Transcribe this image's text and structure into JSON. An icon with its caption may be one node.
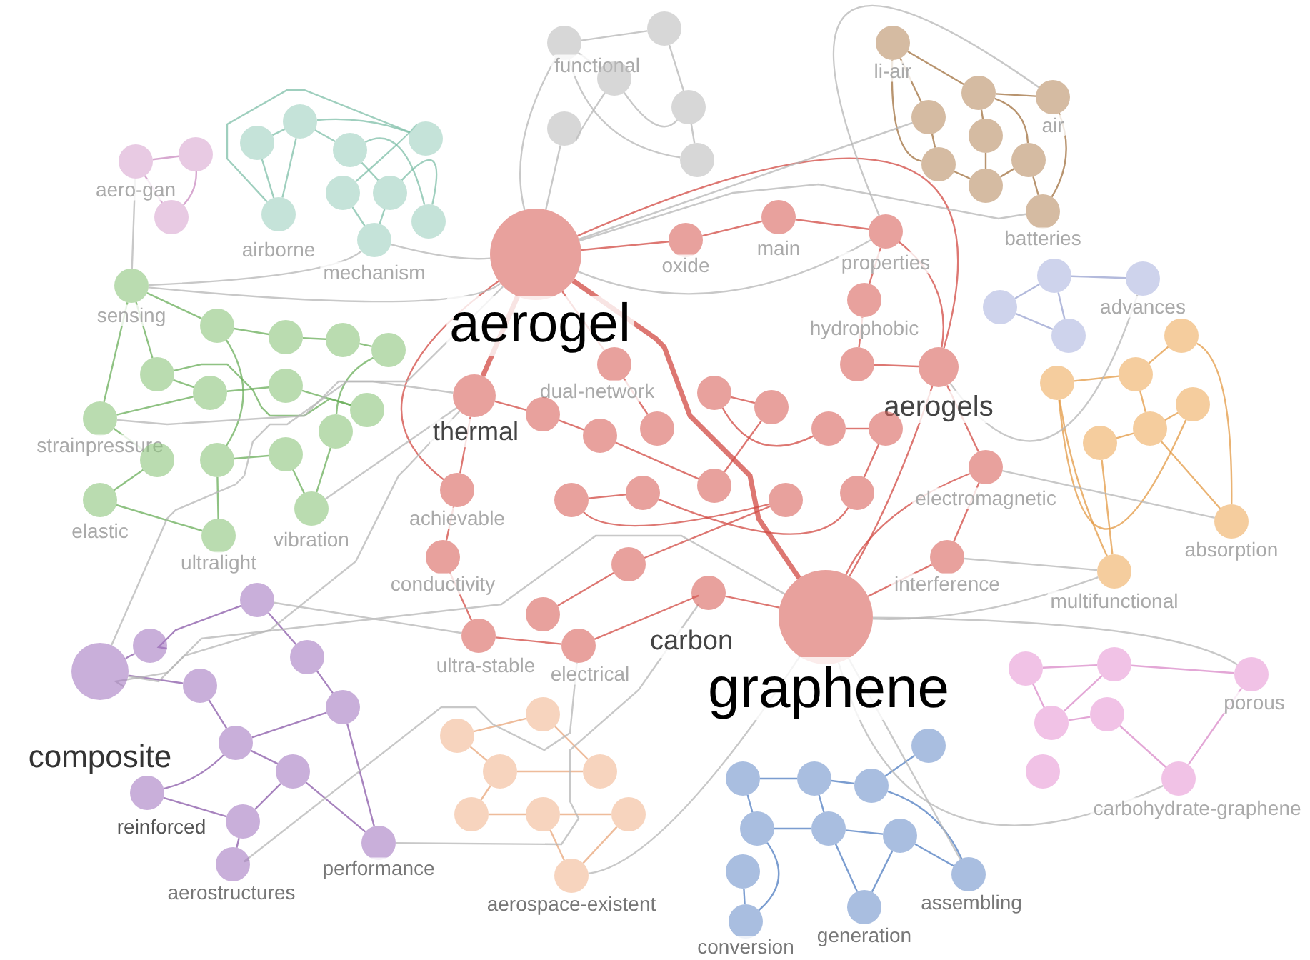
{
  "diagram": {
    "nodes": [
      {
        "text": [
          "aero-gan"
        ]
      },
      {
        "text": [
          "airborne"
        ]
      },
      {
        "text": [
          "mechanism"
        ]
      },
      {
        "text": [
          "functional"
        ]
      },
      {
        "text": [
          "li-air"
        ]
      },
      {
        "text": [
          "air"
        ]
      },
      {
        "text": [
          "batteries"
        ]
      },
      {
        "text": [
          "aerogel"
        ]
      },
      {
        "text": [
          "oxide"
        ]
      },
      {
        "text": [
          "main"
        ]
      },
      {
        "text": [
          "properties"
        ]
      },
      {
        "text": [
          "hydrophobic"
        ]
      },
      {
        "text": [
          "advances"
        ]
      },
      {
        "text": [
          "sensing"
        ]
      },
      {
        "text": [
          "aerogels"
        ]
      },
      {
        "text": [
          "dual-network"
        ]
      },
      {
        "text": [
          "thermal"
        ]
      },
      {
        "text": [
          "strainpressure"
        ]
      },
      {
        "text": [
          "electromagnetic"
        ]
      },
      {
        "text": [
          "elastic"
        ]
      },
      {
        "text": [
          "ultralight"
        ]
      },
      {
        "text": [
          "vibration"
        ]
      },
      {
        "text": [
          "achievable"
        ]
      },
      {
        "text": [
          "conductivity"
        ]
      },
      {
        "text": [
          "absorption"
        ]
      },
      {
        "text": [
          "interference"
        ]
      },
      {
        "text": [
          "multifunctional"
        ]
      },
      {
        "text": [
          "carbon"
        ]
      },
      {
        "text": [
          "ultra-stable"
        ]
      },
      {
        "text": [
          "electrical"
        ]
      },
      {
        "text": [
          "graphene"
        ]
      },
      {
        "text": [
          "porous"
        ]
      },
      {
        "text": [
          "composite"
        ]
      },
      {
        "text": [
          "reinforced"
        ]
      },
      {
        "text": [
          "carbohydrate-graphene"
        ]
      },
      {
        "text": [
          "performance"
        ]
      },
      {
        "text": [
          "aerostructures"
        ]
      },
      {
        "text": [
          "aerospace-existent"
        ]
      },
      {
        "text": [
          "assembling"
        ]
      },
      {
        "text": [
          "generation"
        ]
      },
      {
        "text": [
          "conversion"
        ]
      },
      {
        "text": [],
        "shape": "circle"
      },
      {
        "text": [],
        "shape": "circle"
      },
      {
        "text": [],
        "shape": "circle"
      },
      {
        "text": [],
        "shape": "circle"
      },
      {
        "text": [],
        "shape": "circle"
      },
      {
        "text": [],
        "shape": "circle"
      },
      {
        "text": [],
        "shape": "circle"
      },
      {
        "text": [],
        "shape": "circle"
      },
      {
        "text": [],
        "shape": "circle"
      },
      {
        "text": [],
        "shape": "circle"
      },
      {
        "text": [],
        "shape": "circle"
      },
      {
        "text": [],
        "shape": "circle"
      },
      {
        "text": [],
        "shape": "circle"
      },
      {
        "text": [],
        "shape": "circle"
      },
      {
        "text": [],
        "shape": "circle"
      },
      {
        "text": [],
        "shape": "circle"
      },
      {
        "text": [],
        "shape": "circle"
      },
      {
        "text": [],
        "shape": "circle"
      },
      {
        "text": [],
        "shape": "circle"
      },
      {
        "text": [],
        "shape": "circle"
      },
      {
        "text": [],
        "shape": "circle"
      },
      {
        "text": [],
        "shape": "circle"
      },
      {
        "text": [],
        "shape": "circle"
      },
      {
        "text": [],
        "shape": "circle"
      },
      {
        "text": [],
        "shape": "circle"
      },
      {
        "text": [],
        "shape": "circle"
      },
      {
        "text": [],
        "shape": "circle"
      },
      {
        "text": [],
        "shape": "circle"
      },
      {
        "text": [],
        "shape": "circle"
      },
      {
        "text": [],
        "shape": "circle"
      },
      {
        "text": [],
        "shape": "circle"
      },
      {
        "text": [],
        "shape": "circle"
      },
      {
        "text": [],
        "shape": "circle"
      },
      {
        "text": [],
        "shape": "circle"
      },
      {
        "text": [],
        "shape": "circle"
      },
      {
        "text": [],
        "shape": "circle"
      },
      {
        "text": [],
        "shape": "circle"
      },
      {
        "text": [],
        "shape": "circle"
      },
      {
        "text": [],
        "shape": "circle"
      },
      {
        "text": [],
        "shape": "circle"
      },
      {
        "text": [],
        "shape": "circle"
      },
      {
        "text": [],
        "shape": "circle"
      },
      {
        "text": [],
        "shape": "circle"
      },
      {
        "text": [],
        "shape": "circle"
      },
      {
        "text": [],
        "shape": "circle"
      },
      {
        "text": [],
        "shape": "circle"
      },
      {
        "text": [],
        "shape": "circle"
      },
      {
        "text": [],
        "shape": "circle"
      },
      {
        "text": [],
        "shape": "circle"
      },
      {
        "text": [],
        "shape": "circle"
      },
      {
        "text": [],
        "shape": "circle"
      },
      {
        "text": [],
        "shape": "circle"
      },
      {
        "text": [],
        "shape": "circle"
      },
      {
        "text": [],
        "shape": "circle"
      },
      {
        "text": [],
        "shape": "circle"
      },
      {
        "text": [],
        "shape": "circle"
      },
      {
        "text": [],
        "shape": "circle"
      },
      {
        "text": [],
        "shape": "circle"
      },
      {
        "text": [],
        "shape": "circle"
      },
      {
        "text": [],
        "shape": "circle"
      },
      {
        "text": [],
        "shape": "circle"
      },
      {
        "text": [],
        "shape": "circle"
      },
      {
        "text": [],
        "shape": "circle"
      },
      {
        "text": [],
        "shape": "circle"
      },
      {
        "text": [],
        "shape": "circle"
      },
      {
        "text": [],
        "shape": "circle"
      },
      {
        "text": [],
        "shape": "circle"
      },
      {
        "text": [],
        "shape": "circle"
      },
      {
        "text": [],
        "shape": "circle"
      },
      {
        "text": [],
        "shape": "circle"
      },
      {
        "text": [],
        "shape": "circle"
      },
      {
        "text": [],
        "shape": "circle"
      },
      {
        "text": [],
        "shape": "circle"
      },
      {
        "text": [],
        "shape": "circle"
      },
      {
        "text": [],
        "shape": "circle"
      },
      {
        "text": [],
        "shape": "circle"
      },
      {
        "text": [],
        "shape": "circle"
      },
      {
        "text": [],
        "shape": "circle"
      },
      {
        "text": [],
        "shape": "circle"
      },
      {
        "text": [],
        "shape": "circle"
      },
      {
        "text": [],
        "shape": "circle"
      },
      {
        "text": [],
        "shape": "circle"
      },
      {
        "text": [],
        "shape": "circle"
      },
      {
        "text": [],
        "shape": "circle"
      }
    ],
    "edges": [
      {
        "from": 1,
        "to": 41,
        "arrow": "none",
        "color": "#7fbfa8"
      },
      {
        "from": 1,
        "to": 42,
        "arrow": "none",
        "color": "#7fbfa8"
      },
      {
        "from": 41,
        "to": 42,
        "arrow": "none",
        "color": "#7fbfa8"
      },
      {
        "from": 42,
        "to": 44,
        "arrow": "none",
        "color": "#7fbfa8"
      },
      {
        "from": 42,
        "to": 43,
        "arrow": "none",
        "color": "#7fbfa8"
      },
      {
        "from": 43,
        "to": 46,
        "arrow": "none",
        "color": "#7fbfa8"
      },
      {
        "from": 44,
        "to": 45,
        "arrow": "none",
        "color": "#7fbfa8"
      },
      {
        "from": 45,
        "to": 2,
        "arrow": "none",
        "color": "#7fbfa8"
      },
      {
        "from": 2,
        "to": 46,
        "arrow": "none",
        "color": "#7fbfa8"
      },
      {
        "from": 44,
        "to": 1,
        "arrow": "none",
        "color": "#7fbfa8"
      },
      {
        "from": 43,
        "to": 47,
        "arrow": "none",
        "color": "#7fbfa8"
      },
      {
        "from": 46,
        "to": 47,
        "arrow": "none",
        "color": "#7fbfa8"
      },
      {
        "from": 3,
        "to": 48,
        "arrow": "none",
        "color": "#b5b5b5"
      },
      {
        "from": 3,
        "to": 50,
        "arrow": "none",
        "color": "#b5b5b5"
      },
      {
        "from": 50,
        "to": 51,
        "arrow": "none",
        "color": "#b5b5b5"
      },
      {
        "from": 51,
        "to": 52,
        "arrow": "none",
        "color": "#b5b5b5"
      },
      {
        "from": 49,
        "to": 50,
        "arrow": "none",
        "color": "#b5b5b5"
      },
      {
        "from": 48,
        "to": 51,
        "arrow": "none",
        "color": "#b5b5b5"
      },
      {
        "from": 52,
        "to": 3,
        "arrow": "none",
        "color": "#b5b5b5"
      },
      {
        "from": 4,
        "to": 53,
        "arrow": "none",
        "color": "#a0703f"
      },
      {
        "from": 4,
        "to": 54,
        "arrow": "none",
        "color": "#a0703f"
      },
      {
        "from": 53,
        "to": 56,
        "arrow": "none",
        "color": "#a0703f"
      },
      {
        "from": 54,
        "to": 55,
        "arrow": "none",
        "color": "#a0703f"
      },
      {
        "from": 55,
        "to": 58,
        "arrow": "none",
        "color": "#a0703f"
      },
      {
        "from": 56,
        "to": 58,
        "arrow": "none",
        "color": "#a0703f"
      },
      {
        "from": 5,
        "to": 54,
        "arrow": "none",
        "color": "#a0703f"
      },
      {
        "from": 5,
        "to": 6,
        "arrow": "none",
        "color": "#a0703f"
      },
      {
        "from": 6,
        "to": 57,
        "arrow": "none",
        "color": "#a0703f"
      },
      {
        "from": 57,
        "to": 58,
        "arrow": "none",
        "color": "#a0703f"
      },
      {
        "from": 4,
        "to": 56,
        "arrow": "none",
        "color": "#a0703f"
      },
      {
        "from": 54,
        "to": 57,
        "arrow": "none",
        "color": "#a0703f"
      },
      {
        "from": 12,
        "to": 60,
        "arrow": "none",
        "color": "#9aa3d0"
      },
      {
        "from": 60,
        "to": 59,
        "arrow": "none",
        "color": "#9aa3d0"
      },
      {
        "from": 60,
        "to": 61,
        "arrow": "none",
        "color": "#9aa3d0"
      },
      {
        "from": 59,
        "to": 61,
        "arrow": "none",
        "color": "#9aa3d0"
      },
      {
        "from": 13,
        "to": 62,
        "arrow": "none",
        "color": "#6aad5a"
      },
      {
        "from": 13,
        "to": 66,
        "arrow": "none",
        "color": "#6aad5a"
      },
      {
        "from": 13,
        "to": 17,
        "arrow": "none",
        "color": "#6aad5a"
      },
      {
        "from": 62,
        "to": 63,
        "arrow": "none",
        "color": "#6aad5a"
      },
      {
        "from": 63,
        "to": 64,
        "arrow": "none",
        "color": "#6aad5a"
      },
      {
        "from": 64,
        "to": 65,
        "arrow": "none",
        "color": "#6aad5a"
      },
      {
        "from": 66,
        "to": 67,
        "arrow": "none",
        "color": "#6aad5a"
      },
      {
        "from": 67,
        "to": 68,
        "arrow": "none",
        "color": "#6aad5a"
      },
      {
        "from": 68,
        "to": 69,
        "arrow": "none",
        "color": "#6aad5a"
      },
      {
        "from": 17,
        "to": 70,
        "arrow": "none",
        "color": "#6aad5a"
      },
      {
        "from": 17,
        "to": 67,
        "arrow": "none",
        "color": "#6aad5a"
      },
      {
        "from": 19,
        "to": 70,
        "arrow": "none",
        "color": "#6aad5a"
      },
      {
        "from": 19,
        "to": 20,
        "arrow": "none",
        "color": "#6aad5a"
      },
      {
        "from": 20,
        "to": 71,
        "arrow": "none",
        "color": "#6aad5a"
      },
      {
        "from": 71,
        "to": 72,
        "arrow": "none",
        "color": "#6aad5a"
      },
      {
        "from": 72,
        "to": 21,
        "arrow": "none",
        "color": "#6aad5a"
      },
      {
        "from": 21,
        "to": 73,
        "arrow": "none",
        "color": "#6aad5a"
      },
      {
        "from": 73,
        "to": 65,
        "arrow": "none",
        "color": "#6aad5a"
      },
      {
        "from": 62,
        "to": 71,
        "arrow": "none",
        "color": "#6aad5a"
      },
      {
        "from": 66,
        "to": 69,
        "arrow": "none",
        "color": "#6aad5a"
      },
      {
        "from": 7,
        "to": 16,
        "arrow": "none",
        "color": "#d24a43",
        "style": "thick"
      },
      {
        "from": 7,
        "to": 8,
        "arrow": "none",
        "color": "#d24a43"
      },
      {
        "from": 7,
        "to": 15,
        "arrow": "none",
        "color": "#d24a43"
      },
      {
        "from": 7,
        "to": 30,
        "arrow": "none",
        "color": "#d24a43",
        "style": "thick"
      },
      {
        "from": 8,
        "to": 9,
        "arrow": "none",
        "color": "#d24a43"
      },
      {
        "from": 9,
        "to": 10,
        "arrow": "none",
        "color": "#d24a43"
      },
      {
        "from": 10,
        "to": 11,
        "arrow": "none",
        "color": "#d24a43"
      },
      {
        "from": 11,
        "to": 74,
        "arrow": "none",
        "color": "#d24a43"
      },
      {
        "from": 74,
        "to": 14,
        "arrow": "none",
        "color": "#d24a43"
      },
      {
        "from": 14,
        "to": 18,
        "arrow": "none",
        "color": "#d24a43"
      },
      {
        "from": 18,
        "to": 25,
        "arrow": "none",
        "color": "#d24a43"
      },
      {
        "from": 25,
        "to": 30,
        "arrow": "none",
        "color": "#d24a43"
      },
      {
        "from": 30,
        "to": 27,
        "arrow": "none",
        "color": "#d24a43"
      },
      {
        "from": 27,
        "to": 29,
        "arrow": "none",
        "color": "#d24a43"
      },
      {
        "from": 29,
        "to": 28,
        "arrow": "none",
        "color": "#d24a43"
      },
      {
        "from": 28,
        "to": 23,
        "arrow": "none",
        "color": "#d24a43"
      },
      {
        "from": 23,
        "to": 22,
        "arrow": "none",
        "color": "#d24a43"
      },
      {
        "from": 22,
        "to": 16,
        "arrow": "none",
        "color": "#d24a43"
      },
      {
        "from": 16,
        "to": 77,
        "arrow": "none",
        "color": "#d24a43"
      },
      {
        "from": 77,
        "to": 81,
        "arrow": "none",
        "color": "#d24a43"
      },
      {
        "from": 81,
        "to": 82,
        "arrow": "none",
        "color": "#d24a43"
      },
      {
        "from": 82,
        "to": 76,
        "arrow": "none",
        "color": "#d24a43"
      },
      {
        "from": 76,
        "to": 75,
        "arrow": "none",
        "color": "#d24a43"
      },
      {
        "from": 75,
        "to": 78,
        "arrow": "none",
        "color": "#d24a43"
      },
      {
        "from": 78,
        "to": 79,
        "arrow": "none",
        "color": "#d24a43"
      },
      {
        "from": 79,
        "to": 84,
        "arrow": "none",
        "color": "#d24a43"
      },
      {
        "from": 84,
        "to": 83,
        "arrow": "none",
        "color": "#d24a43"
      },
      {
        "from": 83,
        "to": 86,
        "arrow": "none",
        "color": "#d24a43"
      },
      {
        "from": 86,
        "to": 85,
        "arrow": "none",
        "color": "#d24a43"
      },
      {
        "from": 85,
        "to": 87,
        "arrow": "none",
        "color": "#d24a43"
      },
      {
        "from": 87,
        "to": 88,
        "arrow": "none",
        "color": "#d24a43"
      },
      {
        "from": 15,
        "to": 80,
        "arrow": "none",
        "color": "#d24a43"
      },
      {
        "from": 7,
        "to": 14,
        "arrow": "none",
        "color": "#d24a43"
      },
      {
        "from": 30,
        "to": 14,
        "arrow": "none",
        "color": "#d24a43"
      },
      {
        "from": 30,
        "to": 18,
        "arrow": "none",
        "color": "#d24a43"
      },
      {
        "from": 7,
        "to": 22,
        "arrow": "none",
        "color": "#d24a43"
      },
      {
        "from": 10,
        "to": 14,
        "arrow": "none",
        "color": "#d24a43"
      },
      {
        "from": 89,
        "to": 90,
        "arrow": "none",
        "color": "#e39a44"
      },
      {
        "from": 90,
        "to": 91,
        "arrow": "none",
        "color": "#e39a44"
      },
      {
        "from": 91,
        "to": 92,
        "arrow": "none",
        "color": "#e39a44"
      },
      {
        "from": 92,
        "to": 93,
        "arrow": "none",
        "color": "#e39a44"
      },
      {
        "from": 93,
        "to": 94,
        "arrow": "none",
        "color": "#e39a44"
      },
      {
        "from": 89,
        "to": 24,
        "arrow": "none",
        "color": "#e39a44"
      },
      {
        "from": 24,
        "to": 93,
        "arrow": "none",
        "color": "#e39a44"
      },
      {
        "from": 26,
        "to": 94,
        "arrow": "none",
        "color": "#e39a44"
      },
      {
        "from": 26,
        "to": 91,
        "arrow": "none",
        "color": "#e39a44"
      },
      {
        "from": 90,
        "to": 93,
        "arrow": "none",
        "color": "#e39a44"
      },
      {
        "from": 31,
        "to": 95,
        "arrow": "none",
        "color": "#d98ac8"
      },
      {
        "from": 95,
        "to": 96,
        "arrow": "none",
        "color": "#d98ac8"
      },
      {
        "from": 96,
        "to": 97,
        "arrow": "none",
        "color": "#d98ac8"
      },
      {
        "from": 97,
        "to": 98,
        "arrow": "none",
        "color": "#d98ac8"
      },
      {
        "from": 98,
        "to": 34,
        "arrow": "none",
        "color": "#d98ac8"
      },
      {
        "from": 31,
        "to": 34,
        "arrow": "none",
        "color": "#d98ac8"
      },
      {
        "from": 95,
        "to": 97,
        "arrow": "none",
        "color": "#d98ac8"
      },
      {
        "from": 32,
        "to": 101,
        "arrow": "none",
        "color": "#8a5aa8"
      },
      {
        "from": 32,
        "to": 103,
        "arrow": "none",
        "color": "#8a5aa8"
      },
      {
        "from": 101,
        "to": 100,
        "arrow": "none",
        "color": "#8a5aa8"
      },
      {
        "from": 100,
        "to": 102,
        "arrow": "none",
        "color": "#8a5aa8"
      },
      {
        "from": 102,
        "to": 104,
        "arrow": "none",
        "color": "#8a5aa8"
      },
      {
        "from": 104,
        "to": 105,
        "arrow": "none",
        "color": "#8a5aa8"
      },
      {
        "from": 105,
        "to": 106,
        "arrow": "none",
        "color": "#8a5aa8"
      },
      {
        "from": 106,
        "to": 107,
        "arrow": "none",
        "color": "#8a5aa8"
      },
      {
        "from": 103,
        "to": 105,
        "arrow": "none",
        "color": "#8a5aa8"
      },
      {
        "from": 33,
        "to": 105,
        "arrow": "none",
        "color": "#8a5aa8"
      },
      {
        "from": 33,
        "to": 107,
        "arrow": "none",
        "color": "#8a5aa8"
      },
      {
        "from": 35,
        "to": 106,
        "arrow": "none",
        "color": "#8a5aa8"
      },
      {
        "from": 36,
        "to": 107,
        "arrow": "none",
        "color": "#8a5aa8"
      },
      {
        "from": 35,
        "to": 104,
        "arrow": "none",
        "color": "#8a5aa8"
      },
      {
        "from": 108,
        "to": 109,
        "arrow": "none",
        "color": "#e8a57a"
      },
      {
        "from": 109,
        "to": 110,
        "arrow": "none",
        "color": "#e8a57a"
      },
      {
        "from": 110,
        "to": 111,
        "arrow": "none",
        "color": "#e8a57a"
      },
      {
        "from": 111,
        "to": 108,
        "arrow": "none",
        "color": "#e8a57a"
      },
      {
        "from": 110,
        "to": 112,
        "arrow": "none",
        "color": "#e8a57a"
      },
      {
        "from": 112,
        "to": 113,
        "arrow": "none",
        "color": "#e8a57a"
      },
      {
        "from": 113,
        "to": 114,
        "arrow": "none",
        "color": "#e8a57a"
      },
      {
        "from": 37,
        "to": 113,
        "arrow": "none",
        "color": "#e8a57a"
      },
      {
        "from": 37,
        "to": 114,
        "arrow": "none",
        "color": "#e8a57a"
      },
      {
        "from": 115,
        "to": 118,
        "arrow": "none",
        "color": "#4f7cc0"
      },
      {
        "from": 116,
        "to": 117,
        "arrow": "none",
        "color": "#4f7cc0"
      },
      {
        "from": 117,
        "to": 118,
        "arrow": "none",
        "color": "#4f7cc0"
      },
      {
        "from": 116,
        "to": 119,
        "arrow": "none",
        "color": "#4f7cc0"
      },
      {
        "from": 119,
        "to": 120,
        "arrow": "none",
        "color": "#4f7cc0"
      },
      {
        "from": 120,
        "to": 121,
        "arrow": "none",
        "color": "#4f7cc0"
      },
      {
        "from": 121,
        "to": 38,
        "arrow": "none",
        "color": "#4f7cc0"
      },
      {
        "from": 38,
        "to": 118,
        "arrow": "none",
        "color": "#4f7cc0"
      },
      {
        "from": 39,
        "to": 120,
        "arrow": "none",
        "color": "#4f7cc0"
      },
      {
        "from": 39,
        "to": 121,
        "arrow": "none",
        "color": "#4f7cc0"
      },
      {
        "from": 40,
        "to": 122,
        "arrow": "none",
        "color": "#4f7cc0"
      },
      {
        "from": 40,
        "to": 119,
        "arrow": "none",
        "color": "#4f7cc0"
      },
      {
        "from": 117,
        "to": 120,
        "arrow": "none",
        "color": "#4f7cc0"
      },
      {
        "from": 0,
        "to": 123,
        "arrow": "none",
        "color": "#c98bc0"
      },
      {
        "from": 123,
        "to": 124,
        "arrow": "none",
        "color": "#c98bc0"
      },
      {
        "from": 0,
        "to": 124,
        "arrow": "none",
        "color": "#c98bc0"
      },
      {
        "from": 7,
        "to": 2,
        "arrow": "none",
        "color": "#b5b5b5"
      },
      {
        "from": 7,
        "to": 13,
        "arrow": "none",
        "color": "#b5b5b5"
      },
      {
        "from": 7,
        "to": 3,
        "arrow": "none",
        "color": "#b5b5b5"
      },
      {
        "from": 7,
        "to": 49,
        "arrow": "none",
        "color": "#b5b5b5"
      },
      {
        "from": 7,
        "to": 10,
        "arrow": "none",
        "color": "#b5b5b5"
      },
      {
        "from": 7,
        "to": 32,
        "arrow": "none",
        "color": "#b5b5b5"
      },
      {
        "from": 30,
        "to": 32,
        "arrow": "none",
        "color": "#b5b5b5"
      },
      {
        "from": 30,
        "to": 26,
        "arrow": "none",
        "color": "#b5b5b5"
      },
      {
        "from": 30,
        "to": 31,
        "arrow": "none",
        "color": "#b5b5b5"
      },
      {
        "from": 30,
        "to": 38,
        "arrow": "none",
        "color": "#b5b5b5"
      },
      {
        "from": 30,
        "to": 37,
        "arrow": "none",
        "color": "#b5b5b5"
      },
      {
        "from": 16,
        "to": 17,
        "arrow": "none",
        "color": "#b5b5b5"
      },
      {
        "from": 16,
        "to": 21,
        "arrow": "none",
        "color": "#b5b5b5"
      },
      {
        "from": 7,
        "to": 6,
        "arrow": "none",
        "color": "#b5b5b5"
      },
      {
        "from": 10,
        "to": 5,
        "arrow": "none",
        "color": "#b5b5b5"
      },
      {
        "from": 14,
        "to": 12,
        "arrow": "none",
        "color": "#b5b5b5"
      },
      {
        "from": 18,
        "to": 24,
        "arrow": "none",
        "color": "#b5b5b5"
      },
      {
        "from": 25,
        "to": 26,
        "arrow": "none",
        "color": "#b5b5b5"
      },
      {
        "from": 27,
        "to": 35,
        "arrow": "none",
        "color": "#b5b5b5"
      },
      {
        "from": 29,
        "to": 36,
        "arrow": "none",
        "color": "#b5b5b5"
      },
      {
        "from": 0,
        "to": 13,
        "arrow": "none",
        "color": "#b5b5b5"
      },
      {
        "from": 13,
        "to": 2,
        "arrow": "none",
        "color": "#b5b5b5"
      },
      {
        "from": 7,
        "to": 53,
        "arrow": "none",
        "color": "#b5b5b5"
      },
      {
        "from": 30,
        "to": 34,
        "arrow": "none",
        "color": "#b5b5b5"
      },
      {
        "from": 16,
        "to": 32,
        "arrow": "none",
        "color": "#b5b5b5"
      },
      {
        "from": 28,
        "to": 100,
        "arrow": "none",
        "color": "#b5b5b5"
      }
    ]
  }
}
